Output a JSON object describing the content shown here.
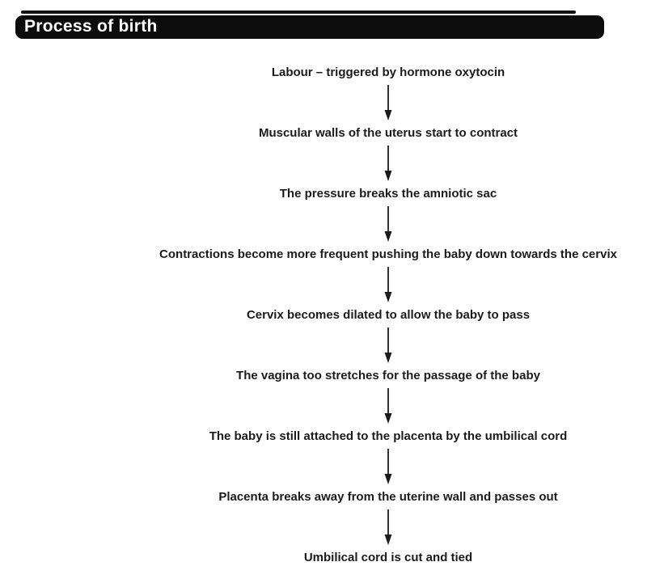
{
  "header": {
    "title": "Process of birth"
  },
  "flow": {
    "steps": [
      {
        "text": "Labour – triggered by hormone oxytocin"
      },
      {
        "text": "Muscular walls of the uterus start to contract"
      },
      {
        "text": "The pressure breaks the amniotic sac"
      },
      {
        "text": "Contractions become more frequent pushing the baby down towards the cervix"
      },
      {
        "text": "Cervix becomes dilated to allow the baby to pass"
      },
      {
        "text": "The vagina too stretches for the passage of the baby"
      },
      {
        "text": "The baby is still attached to the placenta by the umbilical cord"
      },
      {
        "text": "Placenta breaks away from the uterine wall and passes out"
      },
      {
        "text": "Umbilical cord is cut and tied"
      }
    ]
  },
  "icons": {
    "connector": "down-arrow"
  },
  "colors": {
    "header_bar": "#0c0c0c",
    "header_text": "#ffffff",
    "step_text": "#1b1b1b",
    "background": "#ffffff"
  },
  "chart_data": {
    "type": "flowchart",
    "title": "Process of birth",
    "direction": "top-to-bottom",
    "nodes": [
      "Labour – triggered by hormone oxytocin",
      "Muscular walls of the uterus start to contract",
      "The pressure breaks the amniotic sac",
      "Contractions become more frequent pushing the baby down towards the cervix",
      "Cervix becomes dilated to allow the baby to pass",
      "The vagina too stretches for the passage of the baby",
      "The baby is still attached to the placenta by the umbilical cord",
      "Placenta breaks away from the uterine wall and passes out",
      "Umbilical cord is cut and tied"
    ]
  }
}
